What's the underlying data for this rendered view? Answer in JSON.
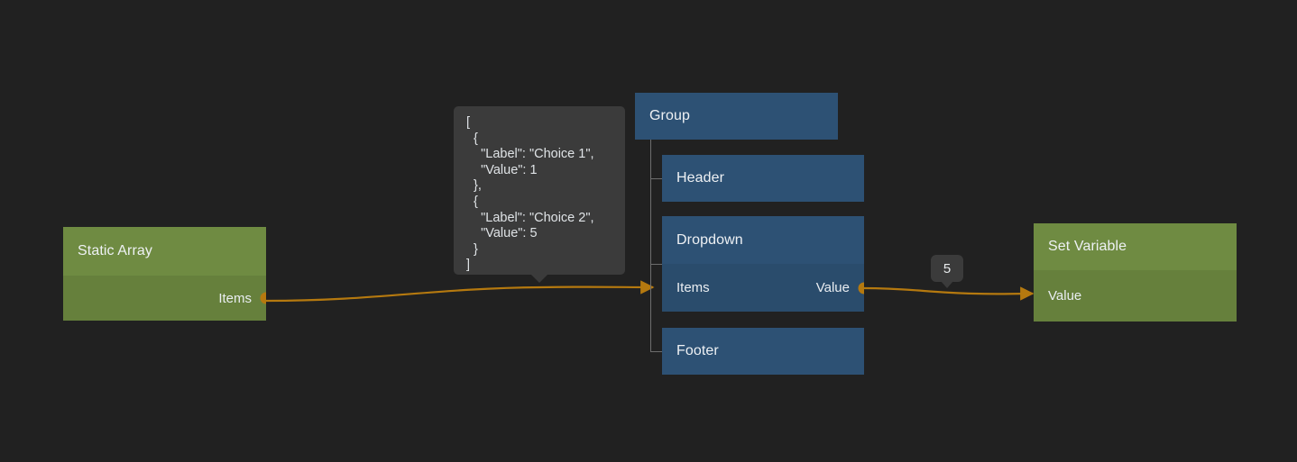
{
  "canvas": {
    "background": "#212121",
    "edge_color": "#b5790f",
    "port_color": "#b5790f",
    "tree_line_color": "#6d6d6d"
  },
  "nodes": {
    "static_array": {
      "title": "Static Array",
      "accent": "#6f8b42",
      "output_port_label": "Items"
    },
    "group": {
      "title": "Group",
      "accent": "#2d5174",
      "children": [
        {
          "title": "Header"
        },
        {
          "title": "Dropdown"
        },
        {
          "title": "Footer"
        }
      ]
    },
    "dropdown": {
      "title": "Dropdown",
      "accent": "#2d5174",
      "input_port_label": "Items",
      "output_port_label": "Value"
    },
    "header": {
      "title": "Header",
      "accent": "#2d5174"
    },
    "footer": {
      "title": "Footer",
      "accent": "#2d5174"
    },
    "set_variable": {
      "title": "Set Variable",
      "accent": "#6f8b42",
      "input_port_label": "Value"
    }
  },
  "tooltips": {
    "items_preview": {
      "text": "[\n  {\n    \"Label\": \"Choice 1\",\n    \"Value\": 1\n  },\n  {\n    \"Label\": \"Choice 2\",\n    \"Value\": 5\n  }\n]",
      "background": "#3b3b3b"
    },
    "value_badge": {
      "text": "5",
      "background": "#3b3b3b"
    }
  }
}
